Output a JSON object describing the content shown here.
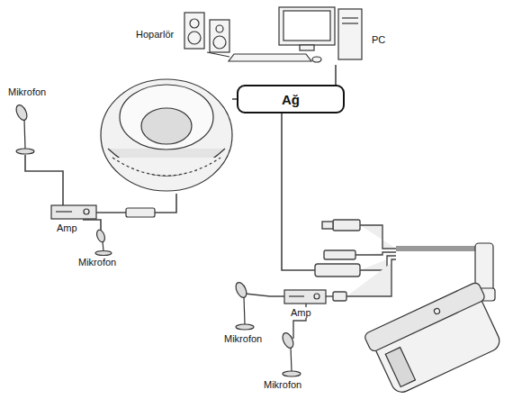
{
  "diagram": {
    "nodes": [
      {
        "text": [
          "Ağ"
        ]
      }
    ],
    "labels": [
      "Hoparlör",
      "PC",
      "Mikrofon",
      "Amp",
      "Mikrofon",
      "Mikrofon",
      "Amp",
      "Mikrofon"
    ]
  }
}
